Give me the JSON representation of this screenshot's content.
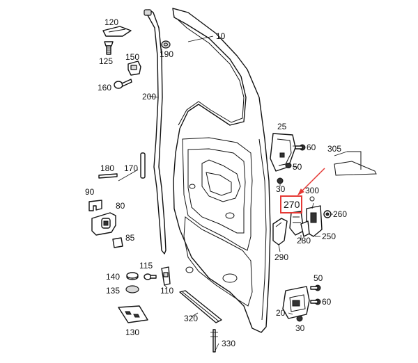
{
  "diagram": {
    "callouts": {
      "p10": "10",
      "p20": "20",
      "p25": "25",
      "p30a": "30",
      "p30b": "30",
      "p50a": "50",
      "p50b": "50",
      "p60a": "60",
      "p60b": "60",
      "p80": "80",
      "p85": "85",
      "p90": "90",
      "p110": "110",
      "p115": "115",
      "p120": "120",
      "p125": "125",
      "p130": "130",
      "p135": "135",
      "p140": "140",
      "p150": "150",
      "p160": "160",
      "p170": "170",
      "p180": "180",
      "p190": "190",
      "p200": "200",
      "p250": "250",
      "p260": "260",
      "p270": "270",
      "p280": "280",
      "p290": "290",
      "p300": "300",
      "p305": "305",
      "p320": "320",
      "p330": "330"
    },
    "highlight": {
      "part": "270",
      "color": "#e53935"
    }
  }
}
